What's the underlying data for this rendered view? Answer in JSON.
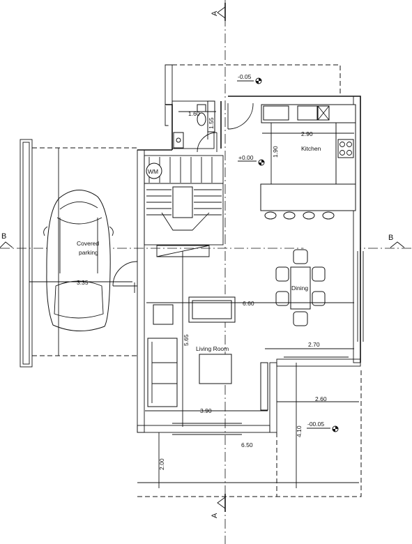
{
  "rooms": {
    "covered_parking": [
      "Covered",
      "parking"
    ],
    "kitchen": "Kitchen",
    "dining": "Dining",
    "living_room": "Living Room",
    "washing_machine": "WM"
  },
  "levels": {
    "top_terrace": "-0.05",
    "ground_floor": "+0.00",
    "front_terrace": "-00.05"
  },
  "dimensions": {
    "wc_width": "1.60",
    "wc_depth": "1.55",
    "kitchen_width": "2.90",
    "kitchen_depth": "1.90",
    "parking_width": "3.35",
    "house_width": "6.60",
    "stair_depth": "5.65",
    "dining_width": "2.70",
    "terrace_width": "2.60",
    "living_width": "3.90",
    "terrace_depth": "4.10",
    "overall_width": "6.50",
    "front_depth": "2.00"
  },
  "sections": {
    "a_top": "A",
    "a_bottom": "A",
    "b_left": "B",
    "b_right": "B"
  }
}
